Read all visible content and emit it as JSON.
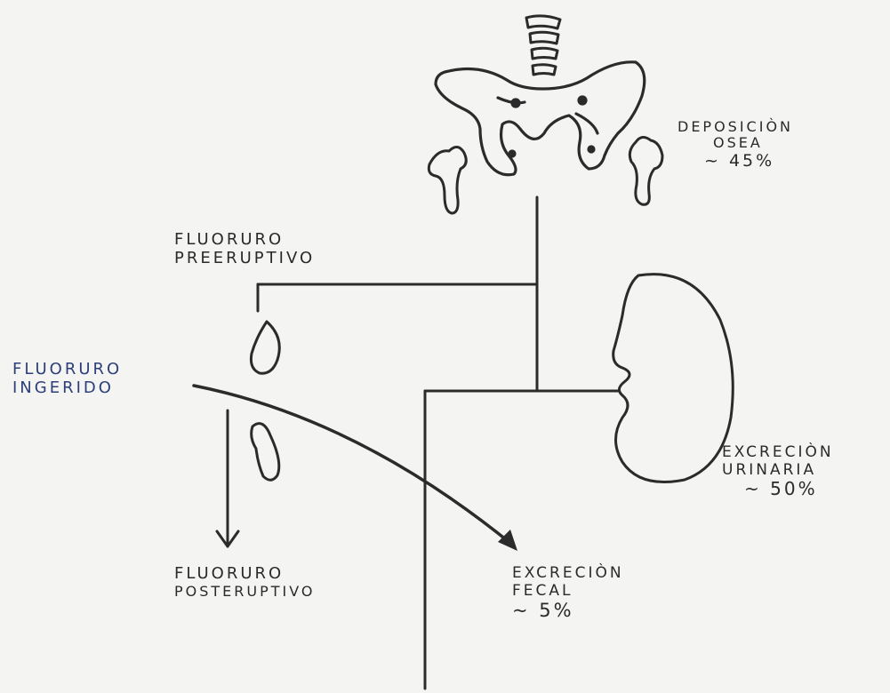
{
  "colors": {
    "ink": "#2b2b2b",
    "blue_ink": "#2c3f7a",
    "paper": "#f4f4f2"
  },
  "labels": {
    "bone": {
      "line1": "DEPOSICIÒN",
      "line2": "OSEA",
      "pct": "~ 45%"
    },
    "pre": {
      "line1": "FLUORURO",
      "line2": "PREERUPTIVO"
    },
    "ingested": {
      "line1": "FLUORURO",
      "line2": "INGERIDO"
    },
    "urinary": {
      "line1": "EXCRECIÒN",
      "line2": "URINARIA",
      "pct": "~ 50%"
    },
    "post": {
      "line1": "FLUORURO",
      "line2": "POSTERUPTIVO"
    },
    "fecal": {
      "line1": "EXCRECIÒN",
      "line2": "FECAL",
      "pct": "~ 5%"
    }
  },
  "icons": [
    "spine-icon",
    "pelvis-icon",
    "femur-left-icon",
    "femur-right-icon",
    "kidney-icon",
    "tooth-crown-icon",
    "tooth-root-icon"
  ]
}
